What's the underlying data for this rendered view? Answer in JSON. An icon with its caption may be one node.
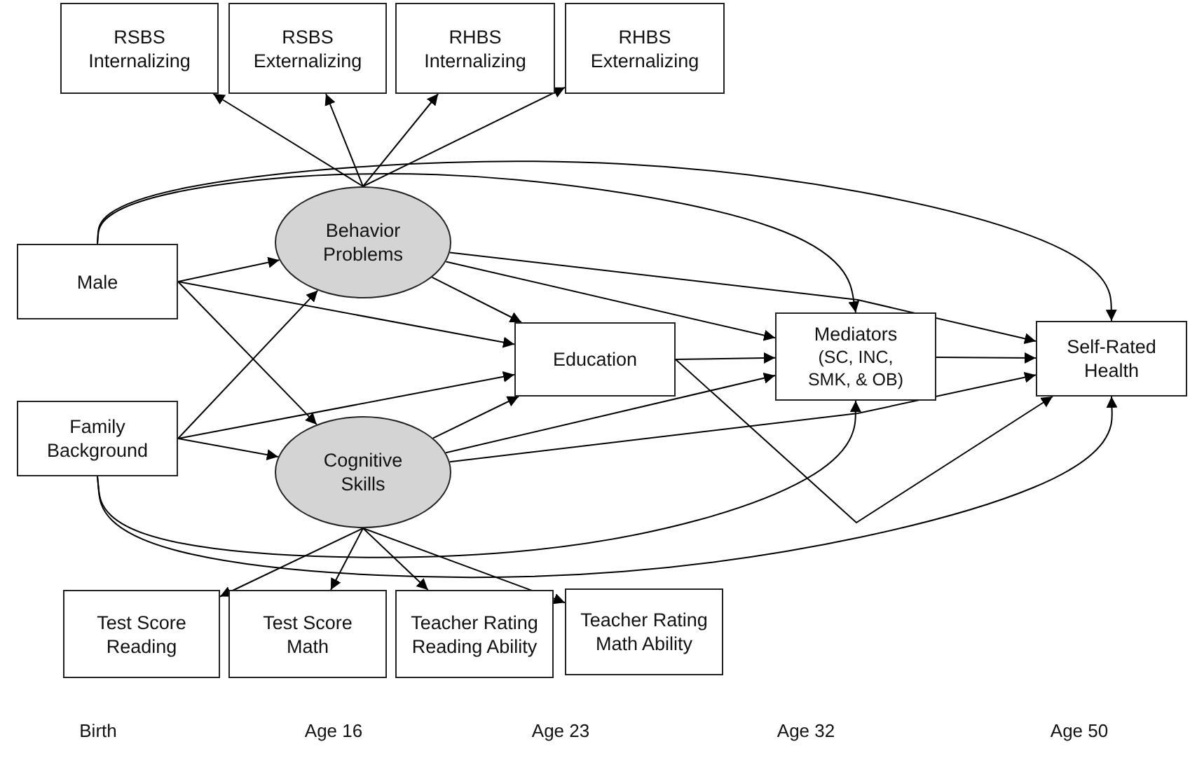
{
  "diagram": {
    "nodes": [
      {
        "text": [
          "RSBS Internalizing"
        ]
      },
      {
        "text": [
          "RSBS Externalizing"
        ]
      },
      {
        "text": [
          "RHBS Internalizing"
        ]
      },
      {
        "text": [
          "RHBS Externalizing"
        ]
      },
      {
        "text": [
          "Male"
        ]
      },
      {
        "text": [
          "Behavior Problems"
        ]
      },
      {
        "text": [
          "Education"
        ]
      },
      {
        "text": [
          "Mediators",
          "(SC, INC, SMK, & OB)"
        ]
      },
      {
        "text": [
          "Self-Rated Health"
        ]
      },
      {
        "text": [
          "Family Background"
        ]
      },
      {
        "text": [
          "Cognitive Skills"
        ]
      },
      {
        "text": [
          "Test Score Reading"
        ]
      },
      {
        "text": [
          "Test Score Math"
        ]
      },
      {
        "text": [
          "Teacher Rating Reading Ability"
        ]
      },
      {
        "text": [
          "Teacher Rating Math Ability"
        ]
      }
    ],
    "edges": [
      {
        "from": 5,
        "to": 0,
        "arrow": "to"
      },
      {
        "from": 5,
        "to": 1,
        "arrow": "to"
      },
      {
        "from": 5,
        "to": 2,
        "arrow": "to"
      },
      {
        "from": 5,
        "to": 3,
        "arrow": "to"
      },
      {
        "from": 4,
        "to": 5,
        "arrow": "to"
      },
      {
        "from": 4,
        "to": 6,
        "arrow": "to"
      },
      {
        "from": 4,
        "to": 10,
        "arrow": "to"
      },
      {
        "from": 4,
        "to": 7,
        "arrow": "to"
      },
      {
        "from": 4,
        "to": 8,
        "arrow": "to"
      },
      {
        "from": 9,
        "to": 5,
        "arrow": "to"
      },
      {
        "from": 9,
        "to": 6,
        "arrow": "to"
      },
      {
        "from": 9,
        "to": 10,
        "arrow": "to"
      },
      {
        "from": 9,
        "to": 7,
        "arrow": "to"
      },
      {
        "from": 9,
        "to": 8,
        "arrow": "to"
      },
      {
        "from": 5,
        "to": 6,
        "arrow": "to"
      },
      {
        "from": 5,
        "to": 7,
        "arrow": "to"
      },
      {
        "from": 5,
        "to": 8,
        "arrow": "to"
      },
      {
        "from": 10,
        "to": 6,
        "arrow": "to"
      },
      {
        "from": 10,
        "to": 7,
        "arrow": "to"
      },
      {
        "from": 10,
        "to": 8,
        "arrow": "to"
      },
      {
        "from": 6,
        "to": 7,
        "arrow": "to"
      },
      {
        "from": 6,
        "to": 8,
        "arrow": "to"
      },
      {
        "from": 7,
        "to": 8,
        "arrow": "to"
      },
      {
        "from": 10,
        "to": 11,
        "arrow": "to"
      },
      {
        "from": 10,
        "to": 12,
        "arrow": "to"
      },
      {
        "from": 10,
        "to": 13,
        "arrow": "to"
      },
      {
        "from": 10,
        "to": 14,
        "arrow": "to"
      }
    ],
    "labels": [
      "Birth",
      "Age 16",
      "Age 23",
      "Age 32",
      "Age 50"
    ]
  }
}
